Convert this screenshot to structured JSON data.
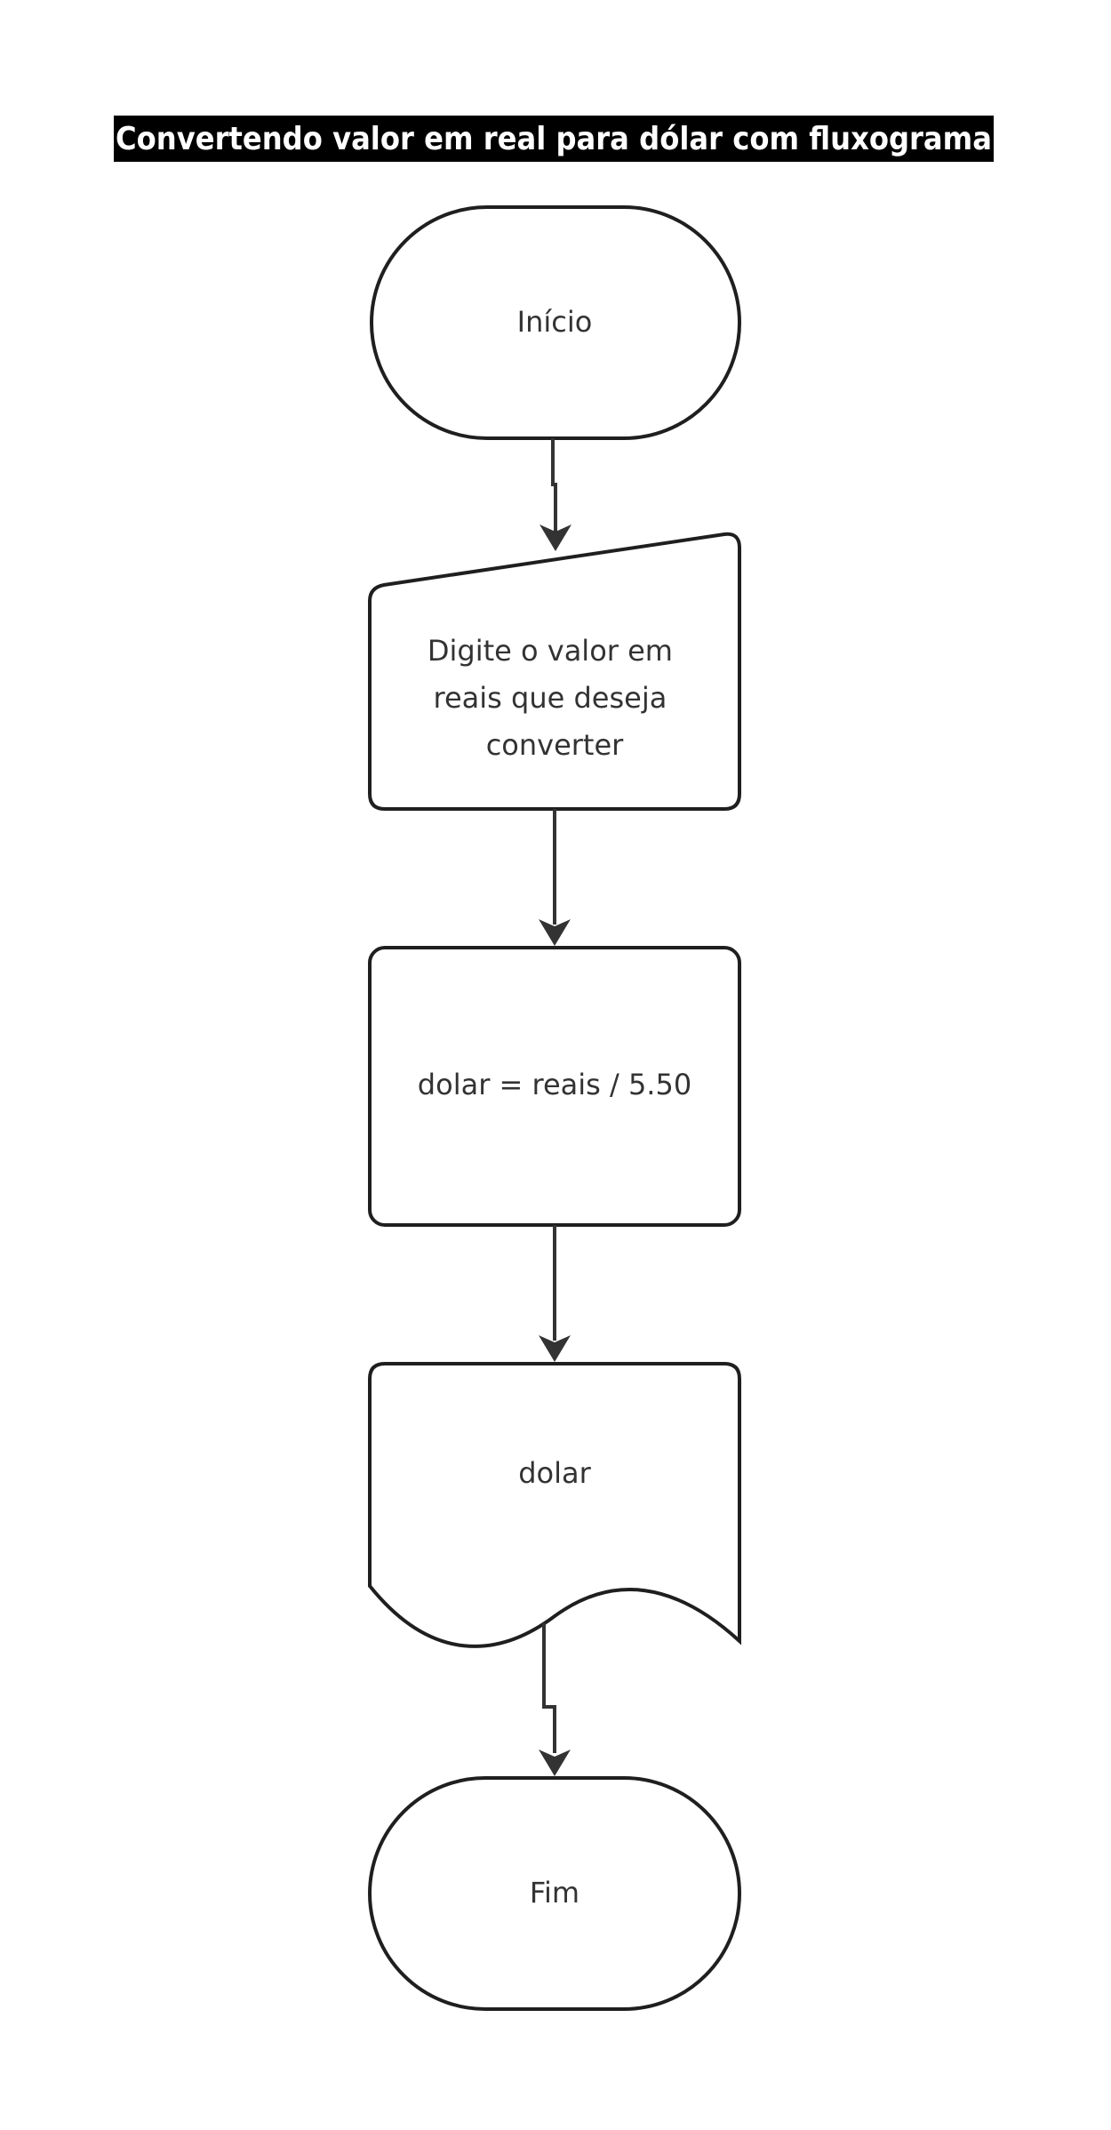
{
  "title": "Convertendo valor em real para dólar com fluxograma",
  "nodes": {
    "start": {
      "label": "Início"
    },
    "input": {
      "lines": [
        "Digite o valor em",
        "reais que deseja",
        "converter"
      ]
    },
    "process": {
      "label": "dolar = reais / 5.50"
    },
    "output": {
      "label": "dolar"
    },
    "end": {
      "label": "Fim"
    }
  },
  "colors": {
    "title_background": "#000000",
    "title_text": "#ffffff",
    "stroke": "#1f1f1f",
    "text": "#333333",
    "background": "#ffffff"
  }
}
